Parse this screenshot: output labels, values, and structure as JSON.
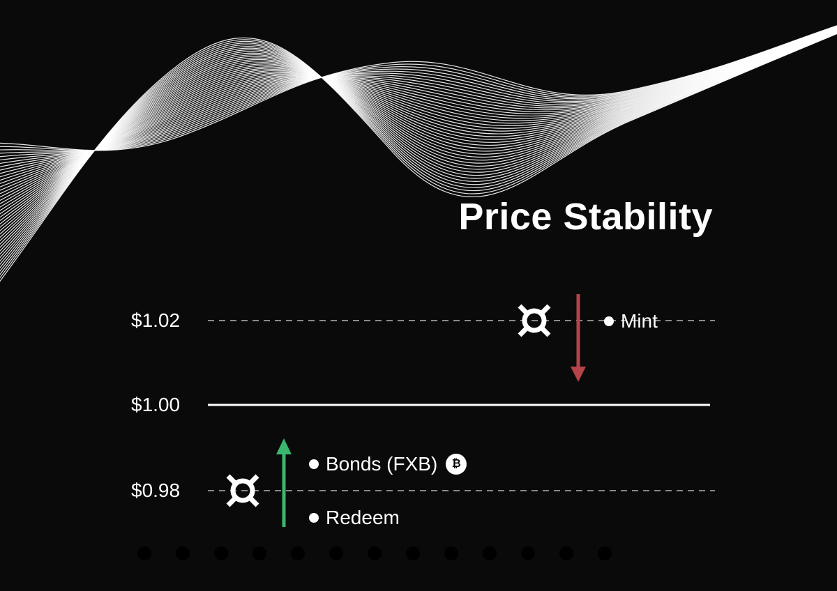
{
  "title": "Price Stability",
  "levels": {
    "upper": "$1.02",
    "peg": "$1.00",
    "lower": "$0.98"
  },
  "actions": {
    "mint": "Mint",
    "bonds": "Bonds (FXB)",
    "redeem": "Redeem"
  },
  "icons": {
    "currency": "currency-sign-icon",
    "bond": "fxb-bond-icon",
    "bond_glyph": "₿"
  },
  "colors": {
    "background": "#0a0a0a",
    "foreground": "#ffffff",
    "dashed_line": "#8a8a8a",
    "down_arrow": "#b5434a",
    "up_arrow": "#3ab66e"
  }
}
